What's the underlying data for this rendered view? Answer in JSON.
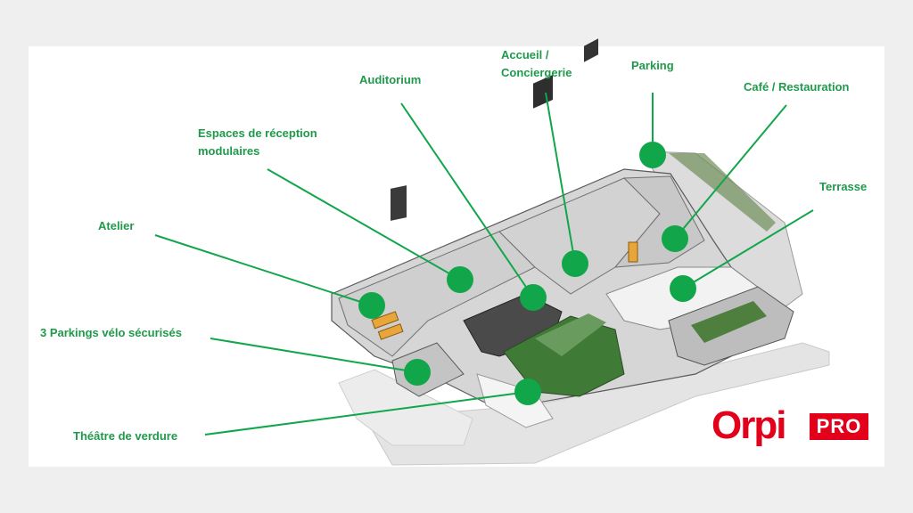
{
  "labels": {
    "auditorium": "Auditorium",
    "accueil_line1": "Accueil /",
    "accueil_line2": "Conciergerie",
    "parking": "Parking",
    "cafe": "Café / Restauration",
    "espaces_line1": "Espaces de réception",
    "espaces_line2": "modulaires",
    "terrasse": "Terrasse",
    "atelier": "Atelier",
    "velo": "3 Parkings vélo sécurisés",
    "theatre": "Théâtre de verdure"
  },
  "logo": {
    "brand": "Orpi",
    "badge": "PRO"
  },
  "colors": {
    "label_green": "#1e9a4a",
    "marker_green": "#11a64a",
    "brand_red": "#e2001a"
  }
}
